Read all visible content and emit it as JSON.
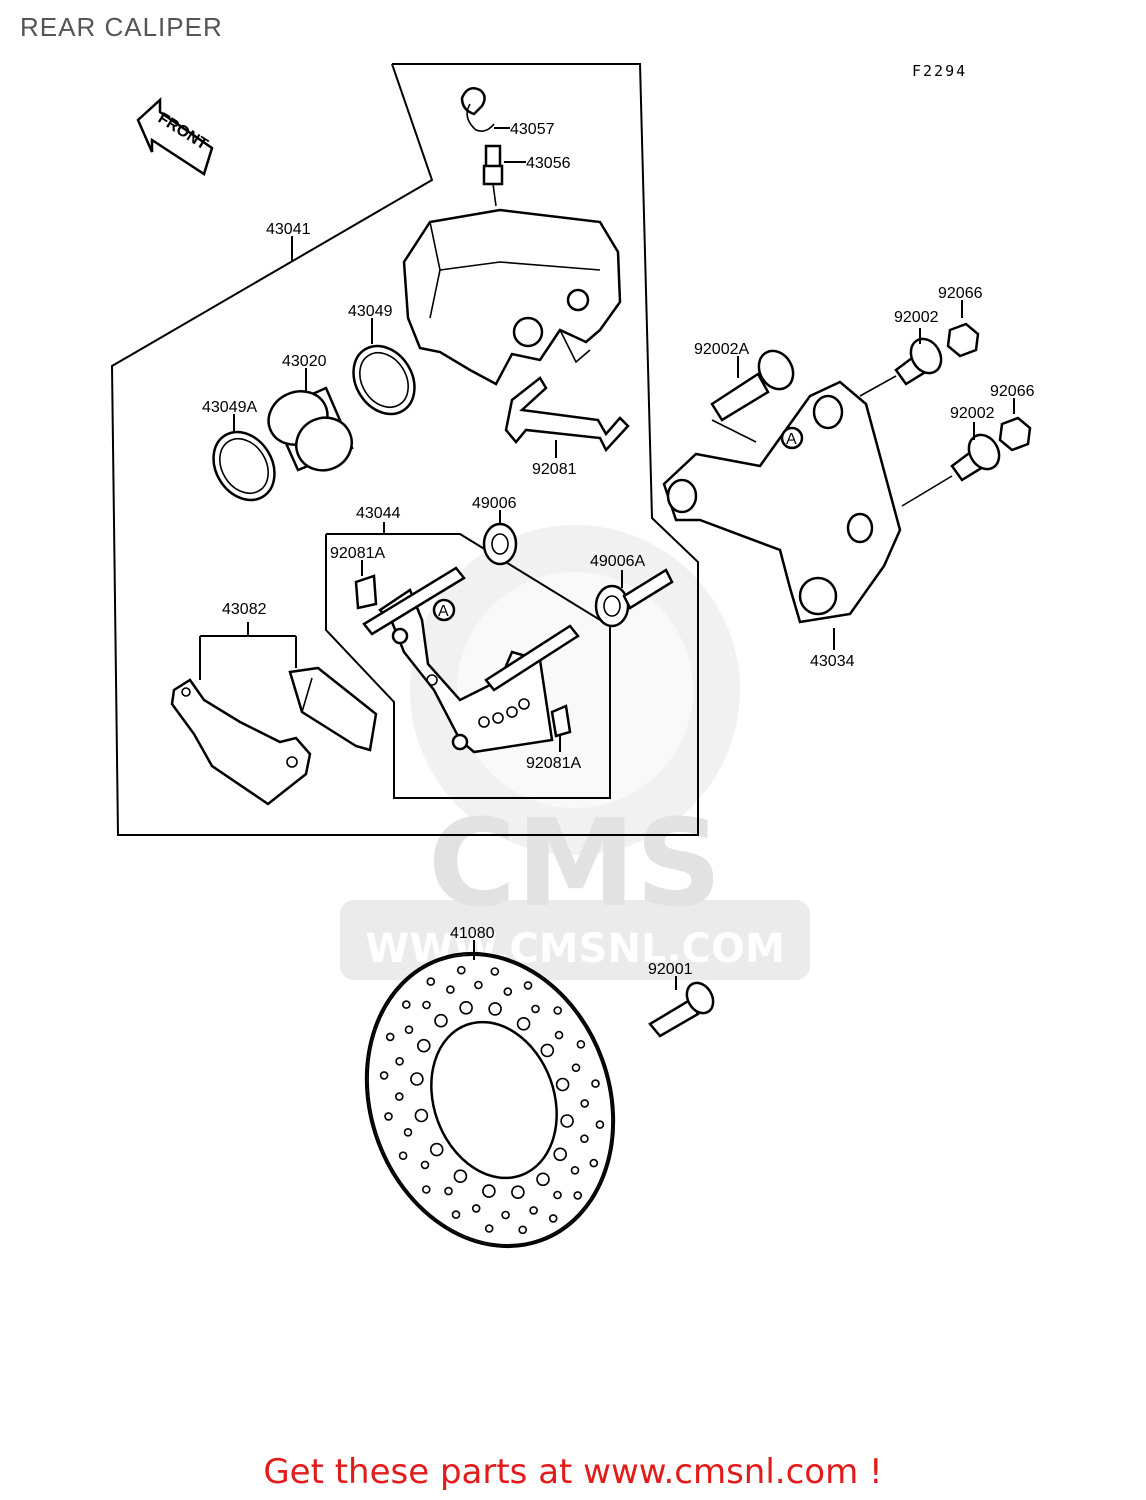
{
  "page": {
    "title": "REAR CALIPER",
    "figure_code": "F2294"
  },
  "watermark": {
    "brand": "CMS",
    "url": "WWW.CMSNL.COM"
  },
  "direction_arrow": {
    "label": "FRONT"
  },
  "parts": {
    "p43057": "43057",
    "p43056": "43056",
    "p43041": "43041",
    "p43049": "43049",
    "p43020": "43020",
    "p43049A": "43049A",
    "p92081": "92081",
    "p43044": "43044",
    "p49006": "49006",
    "p92081A_top": "92081A",
    "p49006A": "49006A",
    "p43082": "43082",
    "p92081A_bottom": "92081A",
    "p92066_top": "92066",
    "p92002_top": "92002",
    "p92002A": "92002A",
    "p92066_bottom": "92066",
    "p92002_bottom": "92002",
    "p43034": "43034",
    "p41080": "41080",
    "p92001": "92001"
  },
  "markers": {
    "a1": "A",
    "a2": "A"
  },
  "footer": {
    "cta": "Get these parts at www.cmsnl.com !",
    "cta_color": "#e21b1b"
  }
}
